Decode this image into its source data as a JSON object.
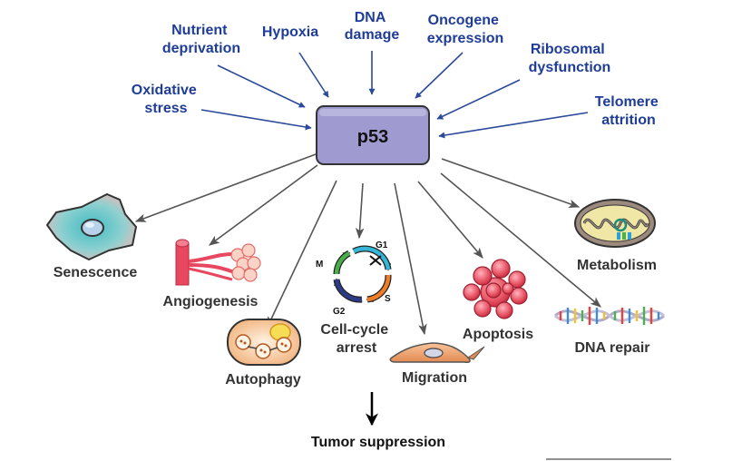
{
  "hub": {
    "label": "p53"
  },
  "stressors": {
    "nutrient": [
      "Nutrient",
      "deprivation"
    ],
    "hypoxia": [
      "Hypoxia"
    ],
    "dna_damage": [
      "DNA",
      "damage"
    ],
    "oncogene": [
      "Oncogene",
      "expression"
    ],
    "ribosomal": [
      "Ribosomal",
      "dysfunction"
    ],
    "oxidative": [
      "Oxidative",
      "stress"
    ],
    "telomere": [
      "Telomere",
      "attrition"
    ]
  },
  "outcomes": {
    "senescence": [
      "Senescence"
    ],
    "angiogenesis": [
      "Angiogenesis"
    ],
    "autophagy": [
      "Autophagy"
    ],
    "cell_cycle": [
      "Cell-cycle",
      "arrest"
    ],
    "migration": [
      "Migration"
    ],
    "apoptosis": [
      "Apoptosis"
    ],
    "metabolism": [
      "Metabolism"
    ],
    "dna_repair": [
      "DNA repair"
    ]
  },
  "cell_cycle_phases": {
    "g1": "G1",
    "s": "S",
    "g2": "G2",
    "m": "M"
  },
  "final_outcome": "Tumor suppression",
  "colors": {
    "stress_text": "#1f3d96",
    "stress_arrow": "#2b4a9a",
    "outcome_arrow": "#555555",
    "hub_fill": "#9f9bd0",
    "hub_stroke": "#333333"
  }
}
